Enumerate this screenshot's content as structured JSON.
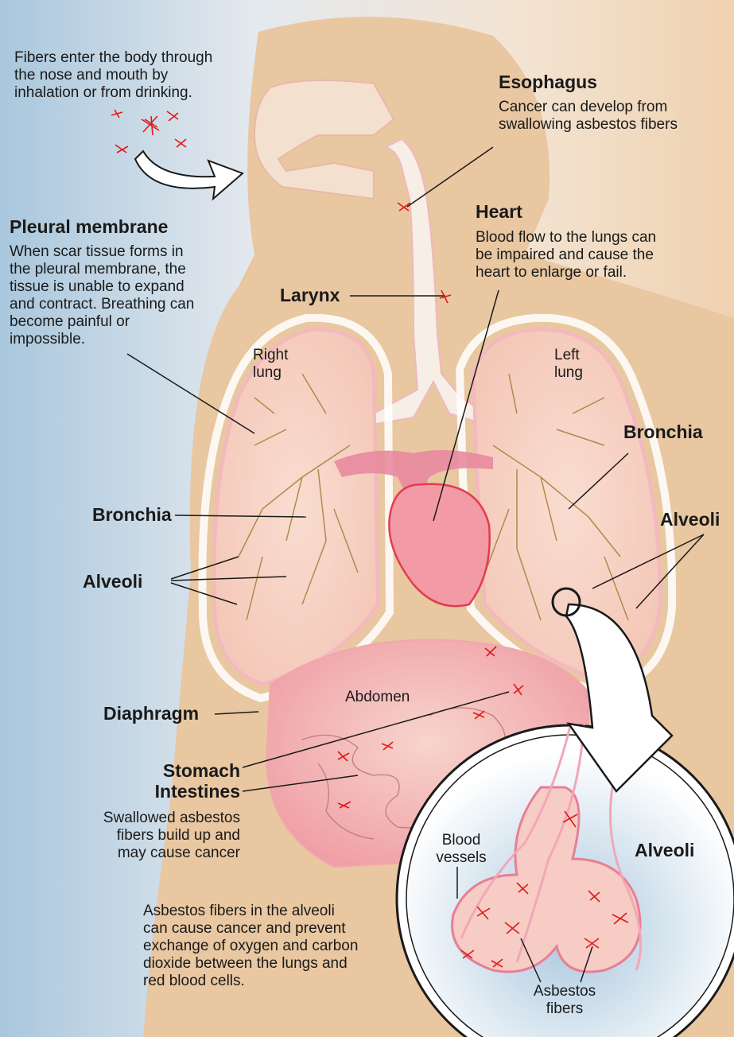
{
  "intro": {
    "text": "Fibers enter the body through\nthe nose and mouth by\ninhalation or from drinking."
  },
  "esophagus": {
    "title": "Esophagus",
    "desc": "Cancer can develop from\nswallowing asbestos fibers"
  },
  "heart": {
    "title": "Heart",
    "desc": "Blood flow to the lungs can\nbe impaired and cause the\nheart to enlarge or fail."
  },
  "pleural": {
    "title": "Pleural membrane",
    "desc": "When scar tissue forms in\nthe pleural membrane, the\ntissue is unable to expand\nand contract. Breathing can\nbecome painful or\nimpossible."
  },
  "larynx": {
    "title": "Larynx"
  },
  "right_lung": {
    "title": "Right\nlung"
  },
  "left_lung": {
    "title": "Left\nlung"
  },
  "bronchia_left": {
    "title": "Bronchia"
  },
  "bronchia_right": {
    "title": "Bronchia"
  },
  "alveoli_left": {
    "title": "Alveoli"
  },
  "alveoli_right": {
    "title": "Alveoli"
  },
  "abdomen": {
    "title": "Abdomen"
  },
  "diaphragm": {
    "title": "Diaphragm"
  },
  "stomach": {
    "title": "Stomach\nIntestines",
    "desc": "Swallowed asbestos\nfibers build up and\nmay cause cancer"
  },
  "alveoli_note": {
    "text": "Asbestos fibers in the alveoli\ncan cause cancer and prevent\nexchange of oxygen and carbon\ndioxide between the lungs and\nred blood cells."
  },
  "inset": {
    "title": "Alveoli",
    "blood_vessels": "Blood\nvessels",
    "asbestos_fibers": "Asbestos\nfibers"
  },
  "colors": {
    "sky": "#a9c7dd",
    "skin": "#e8c7a1",
    "lung_fill": "#f7d5c8",
    "heart": "#ef8a97",
    "fiber": "#e11919",
    "bronchia": "#f7efe2"
  }
}
